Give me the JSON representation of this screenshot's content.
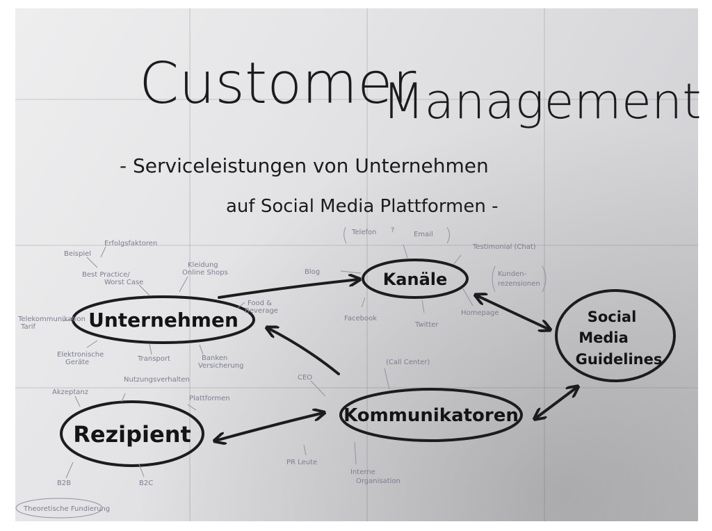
{
  "title_line1": "Customer",
  "title_line2": "Management",
  "subtitle_line1": "- Serviceleistungen von Unternehmen",
  "subtitle_line2": "auf Social Media Plattformen -",
  "nodes": {
    "kanaele": "Kanäle",
    "unternehmen": "Unternehmen",
    "social_line1": "Social",
    "social_line2": "Media",
    "social_line3": "Guidelines",
    "kommunikatoren": "Kommunikatoren",
    "rezipient": "Rezipient"
  },
  "notes": {
    "telefon": "Telefon",
    "question": "?",
    "email": "Email",
    "testimonial": "Testimonial (Chat)",
    "kundenrezensionen_1": "Kunden-",
    "kundenrezensionen_2": "rezensionen",
    "blog": "Blog",
    "facebook": "Facebook",
    "twitter": "Twitter",
    "homepage": "Homepage",
    "beispiel": "Beispiel",
    "erfolgsfaktoren": "Erfolgsfaktoren",
    "best_practice_1": "Best Practice/",
    "best_practice_2": "Worst Case",
    "kleidung_1": "Kleidung",
    "kleidung_2": "Online Shops",
    "telekommunikation_1": "Telekommunikation",
    "telekommunikation_2": "Tarif",
    "food_1": "Food &",
    "food_2": "Beverage",
    "elektronische_1": "Elektronische",
    "elektronische_2": "Geräte",
    "transport": "Transport",
    "banken_1": "Banken",
    "banken_2": "Versicherung",
    "call_center": "(Call Center)",
    "nutzungsverhalten": "Nutzungsverhalten",
    "akzeptanz": "Akzeptanz",
    "plattformen": "Plattformen",
    "ceo": "CEO",
    "pr_leute": "PR Leute",
    "interne_1": "Interne",
    "interne_2": "Organisation",
    "b2b": "B2B",
    "b2c": "B2C",
    "theoretische": "Theoretische Fundierung"
  }
}
